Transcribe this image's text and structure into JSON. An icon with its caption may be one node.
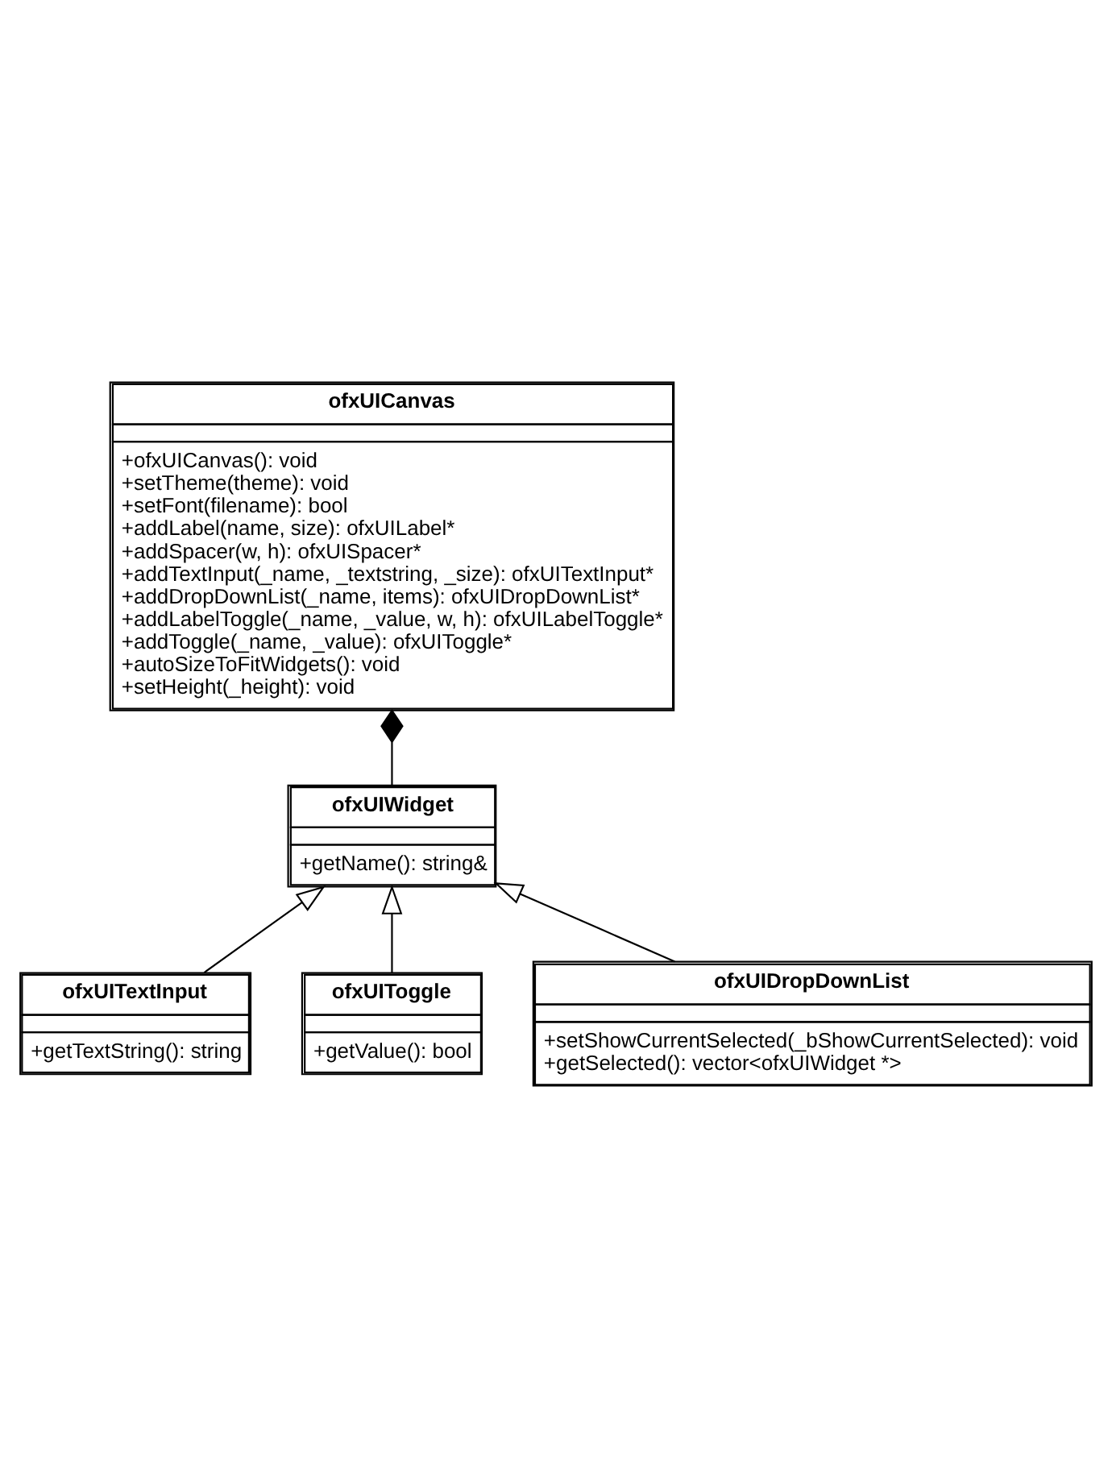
{
  "diagram": {
    "nodes": [
      {
        "text": [
          "ofxUICanvas",
          "+ofxUICanvas(): void",
          "+setTheme(theme): void",
          "+setFont(filename): bool",
          "+addLabel(name, size): ofxUILabel*",
          "+addSpacer(w, h): ofxUISpacer*",
          "+addTextInput(_name, _textstring, _size): ofxUITextInput*",
          "+addDropDownList(_name, items): ofxUIDropDownList*",
          "+addLabelToggle(_name, _value, w, h): ofxUILabelToggle*",
          "+addToggle(_name, _value): ofxUIToggle*",
          "+autoSizeToFitWidgets(): void",
          "+setHeight(_height): void"
        ]
      },
      {
        "text": [
          "ofxUIWidget",
          "+getName(): string&"
        ]
      },
      {
        "text": [
          "ofxUITextInput",
          "+getTextString(): string"
        ]
      },
      {
        "text": [
          "ofxUIToggle",
          "+getValue(): bool"
        ]
      },
      {
        "text": [
          "ofxUIDropDownList",
          "+setShowCurrentSelected(_bShowCurrentSelected): void",
          "+getSelected(): vector<ofxUIWidget *>"
        ]
      }
    ],
    "edges": [
      {
        "from": 1,
        "to": 0,
        "arrow": "other"
      },
      {
        "from": 2,
        "to": 1,
        "arrow": "to"
      },
      {
        "from": 3,
        "to": 1,
        "arrow": "to"
      },
      {
        "from": 4,
        "to": 1,
        "arrow": "to"
      }
    ]
  }
}
